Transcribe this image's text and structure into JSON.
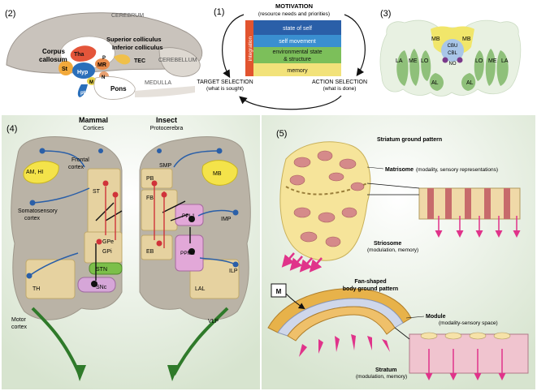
{
  "panels": {
    "p1": {
      "number": "(1)",
      "title": "MOTIVATION",
      "subtitle": "(resource needs and priorities)",
      "side_label": "integration",
      "rows": [
        "state of self",
        "self movement",
        "environmental state",
        "& structure",
        "memory"
      ],
      "left_title": "TARGET SELECTION",
      "left_sub": "(what is sought)",
      "right_title": "ACTION SELECTION",
      "right_sub": "(what is done)",
      "colors": {
        "row1": "#2a5fa8",
        "row2": "#3a8fd0",
        "row3": "#7cbf5a",
        "row4": "#f2e27a",
        "side": "#e2542f"
      }
    },
    "p2": {
      "number": "(2)",
      "labels": {
        "cerebrum": "CEREBRUM",
        "corpus1": "Corpus",
        "corpus2": "callosum",
        "tha": "Tha",
        "sup": "Superior colliculus",
        "inf": "Inferior colliculus",
        "tec": "TEC",
        "cerebellum": "CEREBELLUM",
        "st": "St",
        "hyp": "Hyp",
        "mr": "MR",
        "p": "P",
        "n": "N",
        "m": "M",
        "pt": "pt",
        "pons": "Pons",
        "medulla": "MEDULLA"
      }
    },
    "p3": {
      "number": "(3)",
      "labels": {
        "mb_l": "MB",
        "mb_r": "MB",
        "cbu": "CBU",
        "cbl": "CBL",
        "no": "NO",
        "la_l": "LA",
        "me_l": "ME",
        "lo_l": "LO",
        "lo_r": "LO",
        "me_r": "ME",
        "la_r": "LA",
        "al_l": "AL",
        "al_r": "AL"
      }
    },
    "p4": {
      "number": "(4)",
      "mammal": "Mammal",
      "mammal_sub": "Cortices",
      "insect": "Insect",
      "insect_sub": "Protocerebra",
      "labels": {
        "frontal1": "Frontal",
        "frontal2": "cortex",
        "amhi": "AM, HI",
        "st": "ST",
        "somato1": "Somatosensory",
        "somato2": "cortex",
        "gpe": "GPe",
        "gpi": "GPi",
        "stn": "STN",
        "snc": "SNc",
        "th": "TH",
        "motor1": "Motor",
        "motor2": "cortex",
        "smp": "SMP",
        "pb": "PB",
        "fb": "FB",
        "mb": "MB",
        "imp": "IMP",
        "ppl1": "PPL1",
        "ppm3": "PPM3",
        "eb": "EB",
        "ilp": "ILP",
        "lal": "LAL",
        "vlp": "VLP"
      }
    },
    "p5": {
      "number": "(5)",
      "striatum_title": "Striatum ground pattern",
      "matrisome": "Matrisome",
      "matrisome_sub": "(modality, sensory representations)",
      "striosome": "Striosome",
      "striosome_sub": "(modulation, memory)",
      "fan1": "Fan-shaped",
      "fan2": "body ground pattern",
      "m": "M",
      "module": "Module",
      "module_sub": "(modality-sensory space)",
      "stratum": "Stratum",
      "stratum_sub": "(modulation, memory)"
    }
  }
}
